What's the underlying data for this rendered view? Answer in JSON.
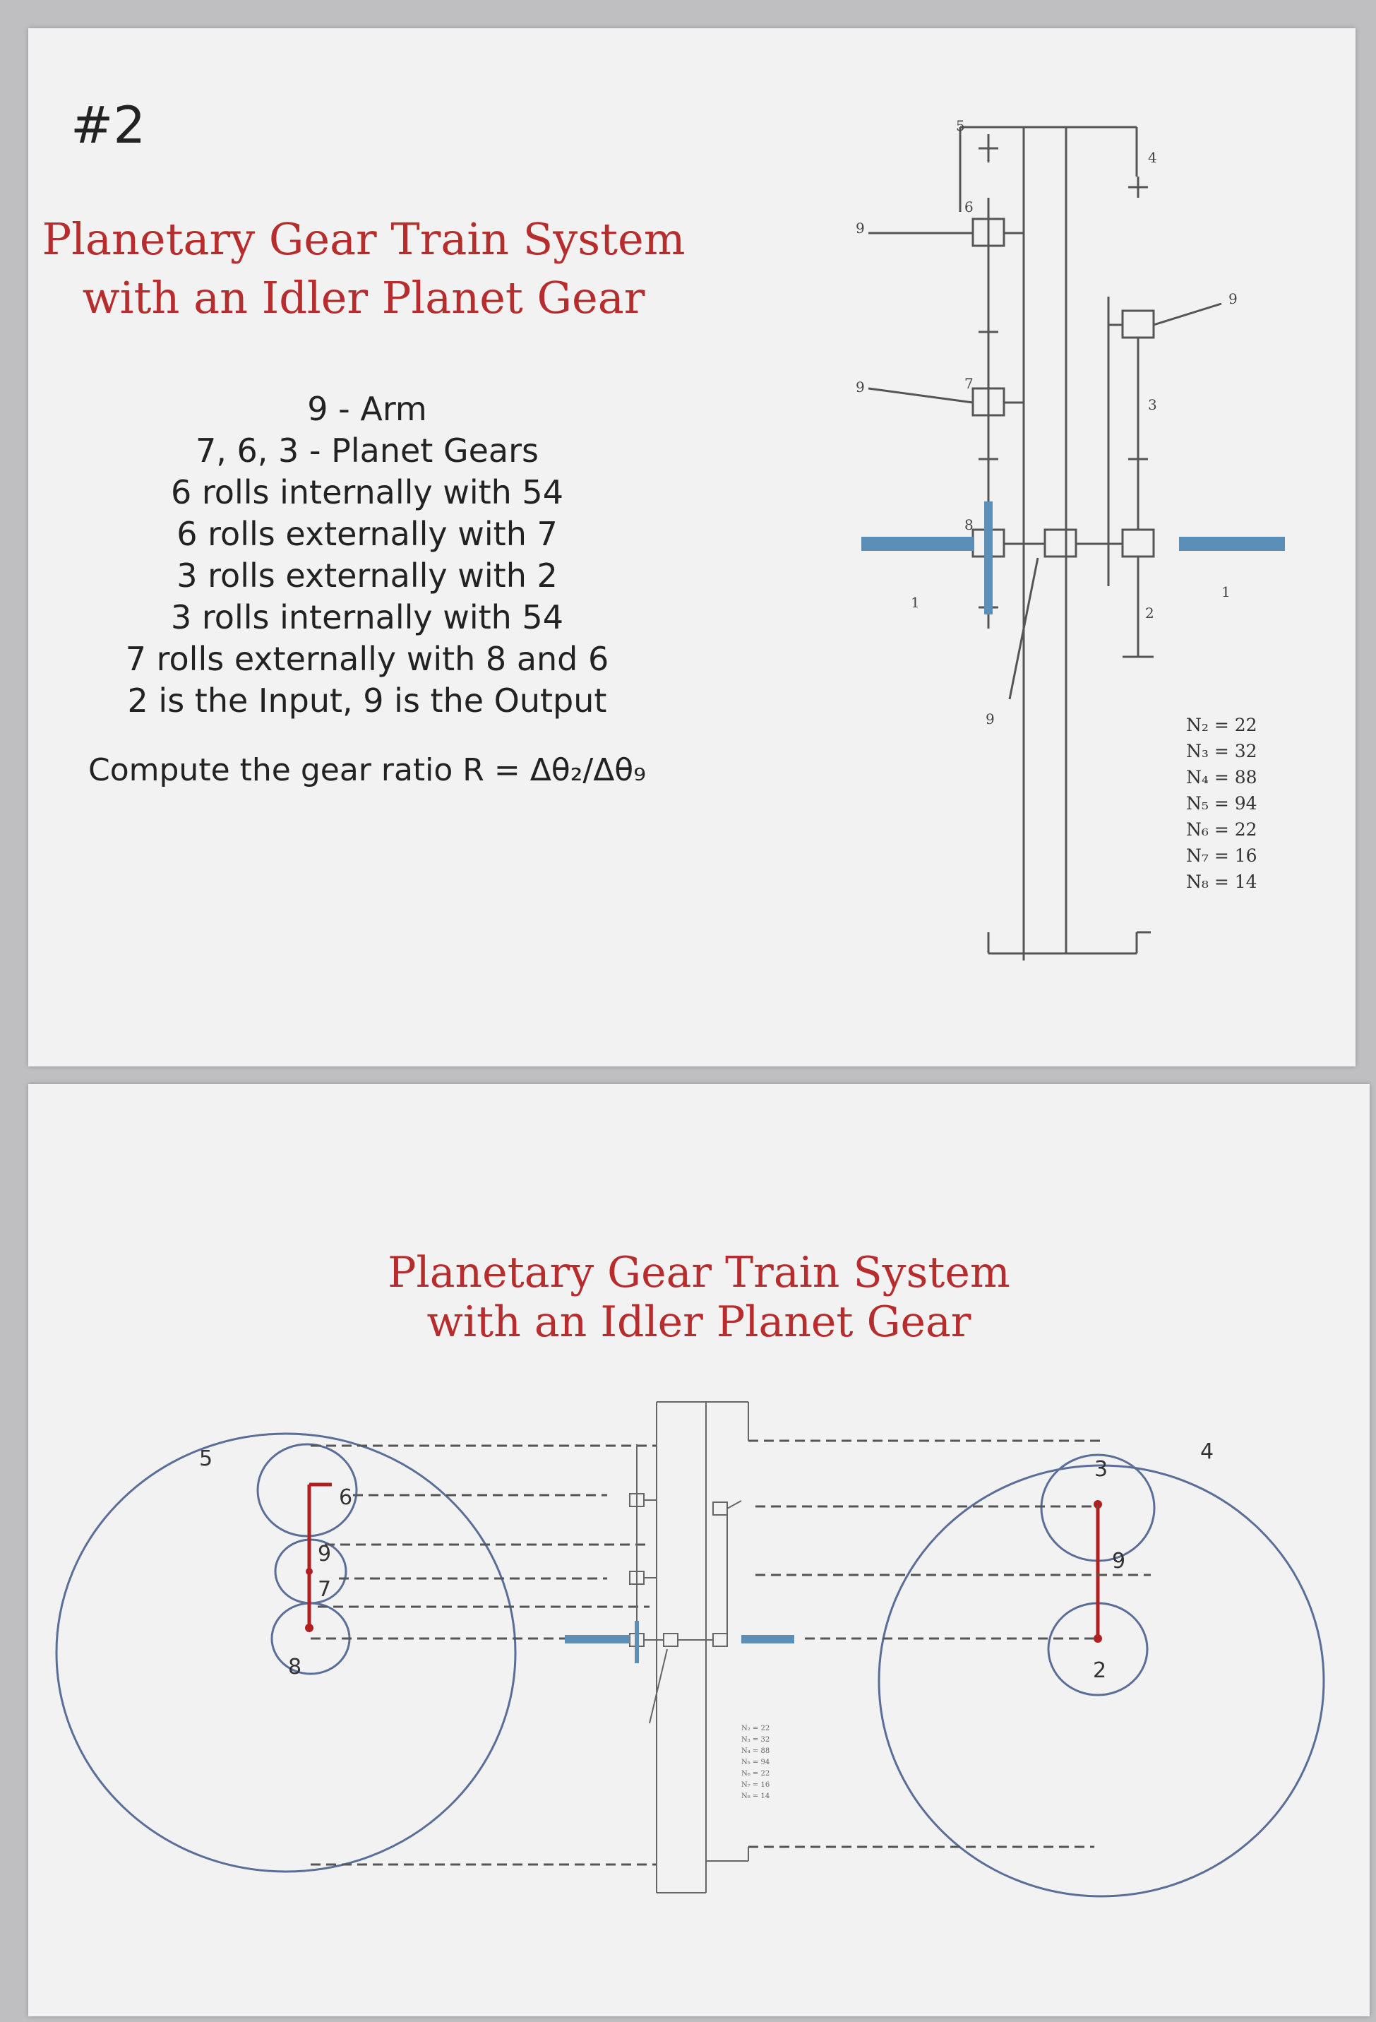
{
  "slide1": {
    "number": "#2",
    "title_line1": "Planetary Gear Train System",
    "title_line2": "with an Idler Planet Gear",
    "info_lines": [
      "9 - Arm",
      "7, 6, 3 - Planet Gears",
      "6 rolls internally with 54",
      "6 rolls externally with 7",
      "3 rolls externally with 2",
      "3 rolls internally with 54",
      "7 rolls externally with 8 and 6",
      "2 is the Input, 9 is the Output"
    ],
    "compute": "Compute the gear ratio R = Δθ₂/Δθ₉",
    "diagram": {
      "labels": {
        "l1": "1",
        "l2": "2",
        "l3": "3",
        "l4": "4",
        "l5": "5",
        "l6": "6",
        "l7": "7",
        "l8": "8",
        "l9": "9"
      },
      "tooth_counts": [
        "N₂ = 22",
        "N₃ = 32",
        "N₄ = 88",
        "N₅ = 94",
        "N₆ = 22",
        "N₇ = 16",
        "N₈ = 14"
      ]
    }
  },
  "slide2": {
    "title_line1": "Planetary Gear Train System",
    "title_line2": "with an Idler Planet Gear",
    "left_labels": {
      "l5": "5",
      "l6": "6",
      "l9": "9",
      "l7": "7",
      "l8": "8"
    },
    "right_labels": {
      "l3": "3",
      "l9": "9",
      "l2": "2",
      "l4": "4"
    },
    "colors": {
      "title": "#b72c2c",
      "circle": "#5a6e98",
      "arm": "#b02020",
      "shaft": "#5b8fb8"
    }
  }
}
